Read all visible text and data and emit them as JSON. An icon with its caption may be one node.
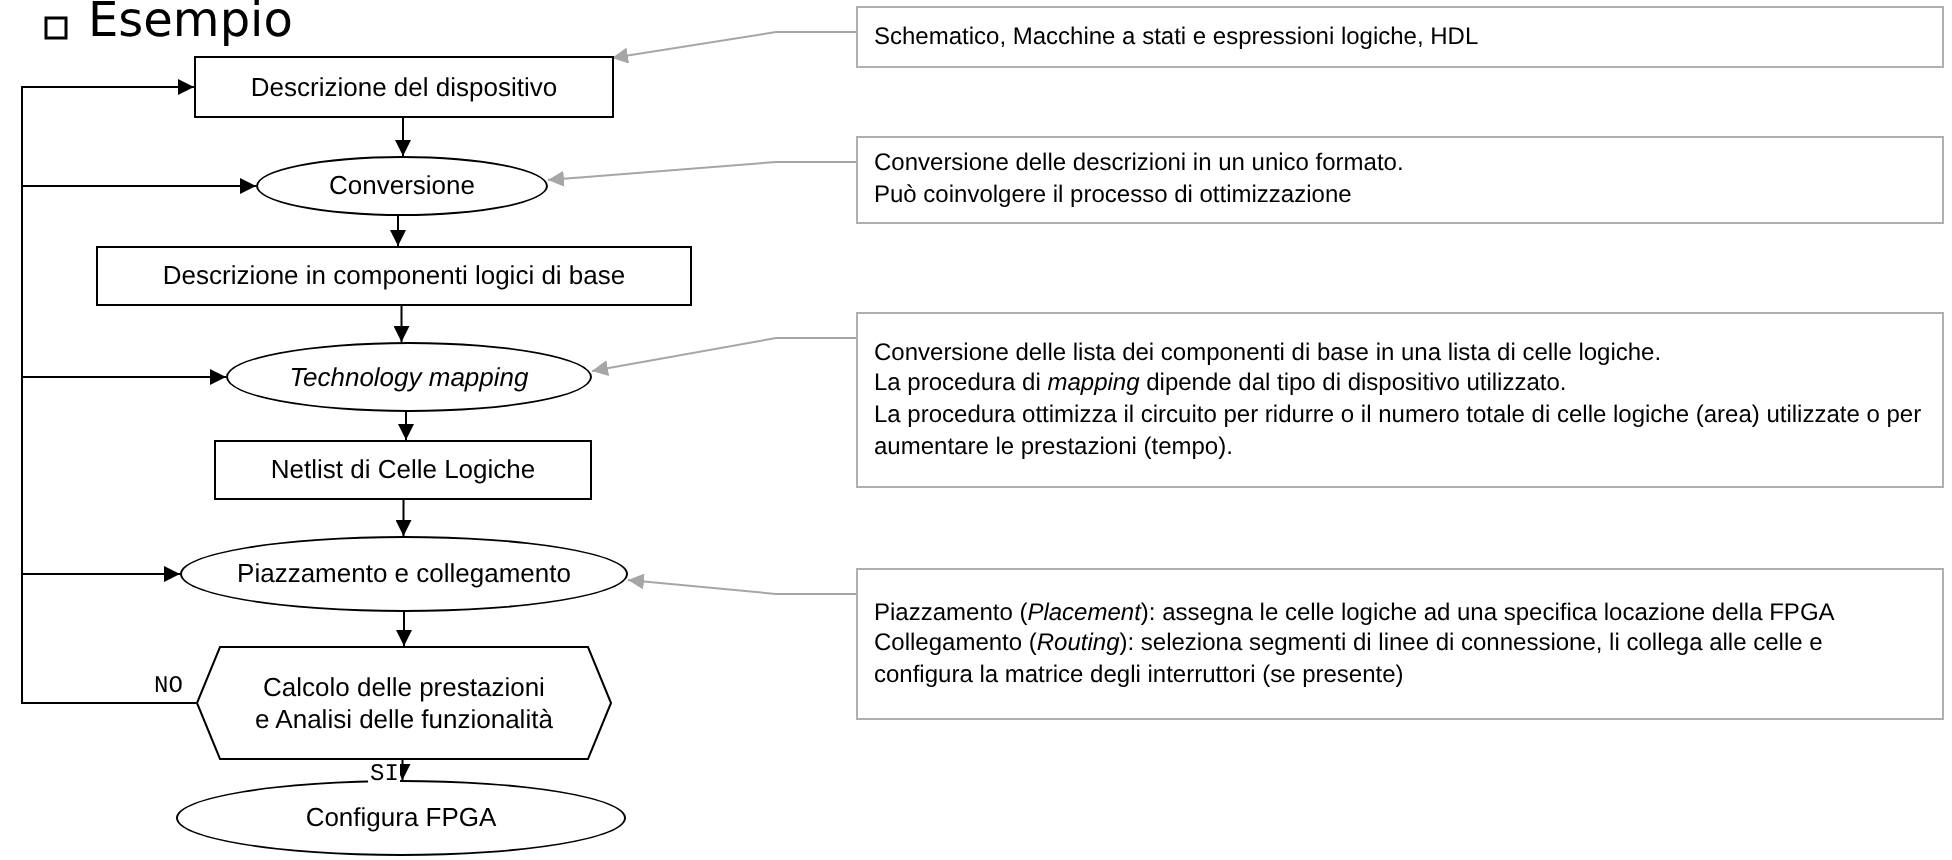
{
  "diagram": {
    "title": "Esempio",
    "nodes": [
      {
        "text": [
          "Descrizione del dispositivo"
        ]
      },
      {
        "text": [
          "Conversione"
        ]
      },
      {
        "text": [
          "Descrizione in componenti logici di base"
        ]
      },
      {
        "text": [
          "Technology mapping"
        ]
      },
      {
        "text": [
          "Netlist di Celle Logiche"
        ]
      },
      {
        "text": [
          "Piazzamento e collegamento"
        ]
      },
      {
        "text": [
          "Calcolo delle prestazioni e Analisi delle funzionalità"
        ]
      },
      {
        "text": [
          "Configura FPGA"
        ]
      },
      {
        "text": [
          "Schematico, Macchine a stati e espressioni logiche, HDL"
        ]
      },
      {
        "text": [
          "Conversione delle descrizioni in un unico formato.",
          "Può coinvolgere il processo di ottimizzazione"
        ]
      },
      {
        "text": [
          "Conversione delle lista dei componenti di base in una lista di celle logiche.",
          "La procedura di *mapping* dipende dal tipo di dispositivo utilizzato.",
          "La procedura ottimizza il circuito per ridurre o il numero totale di celle logiche (area) utilizzate o per aumentare le prestazioni (tempo)."
        ]
      },
      {
        "text": [
          "Piazzamento (*Placement*): assegna le celle logiche ad una specifica locazione della FPGA",
          "Collegamento (*Routing*): seleziona segmenti di linee di connessione, li collega alle celle e configura la matrice degli interruttori (se presente)"
        ]
      }
    ],
    "edges": [
      {
        "from": 0,
        "to": 1,
        "arrow": "to"
      },
      {
        "from": 1,
        "to": 2,
        "arrow": "to"
      },
      {
        "from": 2,
        "to": 3,
        "arrow": "to"
      },
      {
        "from": 3,
        "to": 4,
        "arrow": "to"
      },
      {
        "from": 4,
        "to": 5,
        "arrow": "to"
      },
      {
        "from": 5,
        "to": 6,
        "arrow": "to"
      },
      {
        "from": 6,
        "to": 7,
        "arrow": "to",
        "label": "SI"
      },
      {
        "from": 6,
        "to": 0,
        "arrow": "to",
        "label": "NO"
      },
      {
        "from": 6,
        "to": 1,
        "arrow": "to"
      },
      {
        "from": 6,
        "to": 3,
        "arrow": "to"
      },
      {
        "from": 6,
        "to": 5,
        "arrow": "to"
      },
      {
        "from": 8,
        "to": 0,
        "arrow": "to",
        "color": "#a6a6a6"
      },
      {
        "from": 9,
        "to": 1,
        "arrow": "to",
        "color": "#a6a6a6"
      },
      {
        "from": 10,
        "to": 3,
        "arrow": "to",
        "color": "#a6a6a6"
      },
      {
        "from": 11,
        "to": 5,
        "arrow": "to",
        "color": "#a6a6a6"
      }
    ]
  }
}
